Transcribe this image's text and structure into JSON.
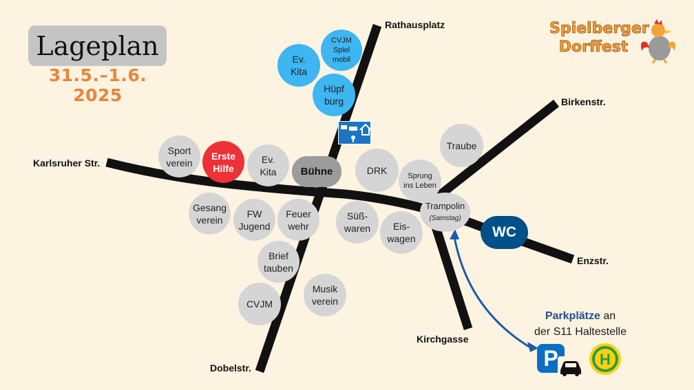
{
  "title": "Lageplan",
  "date": "31.5.–1.6. 2025",
  "logo": {
    "line1": "Spielberger",
    "line2": "Dorffest"
  },
  "streets": {
    "rathausplatz": "Rathausplatz",
    "birkenstr": "Birkenstr.",
    "karlsruher": "Karlsruher Str.",
    "enzstr": "Enzstr.",
    "kirchgasse": "Kirchgasse",
    "dobelstr": "Dobelstr."
  },
  "stations": {
    "cvjm_spielmobil": [
      "CVJM",
      "Spiel",
      "mobil"
    ],
    "ev_kita_top": [
      "Ev.",
      "Kita"
    ],
    "huepfburg": [
      "Hüpf",
      "burg"
    ],
    "sportverein": [
      "Sport",
      "verein"
    ],
    "erste_hilfe": [
      "Erste",
      "Hilfe"
    ],
    "ev_kita": [
      "Ev.",
      "Kita"
    ],
    "buehne": "Bühne",
    "drk": "DRK",
    "traube": "Traube",
    "sprung": [
      "Sprung",
      "ins Leben"
    ],
    "trampolin": [
      "Trampolin",
      "(Samstag)"
    ],
    "wc": "WC",
    "gesangverein": [
      "Gesang",
      "verein"
    ],
    "fw_jugend": [
      "FW",
      "Jugend"
    ],
    "feuerwehr": [
      "Feuer",
      "wehr"
    ],
    "suesswaren": [
      "Süß-",
      "waren"
    ],
    "eiswagen": [
      "Eis-",
      "wagen"
    ],
    "brieftauben": [
      "Brief",
      "tauben"
    ],
    "musikverein": [
      "Musik",
      "verein"
    ],
    "cvjm": "CVJM"
  },
  "parking": {
    "strong": "Parkplätze",
    "rest1": " an",
    "line2": "der S11 Haltestelle",
    "p_sign": "P",
    "h_sign": "H"
  },
  "colors": {
    "background": "#fdf3e1",
    "road": "#111111",
    "stand": "#d5d5d5",
    "kita_blue": "#3db6f2",
    "first_aid": "#ee3137",
    "wc": "#00508a",
    "arrow": "#1e5aa6",
    "title_orange": "#e8853a"
  }
}
